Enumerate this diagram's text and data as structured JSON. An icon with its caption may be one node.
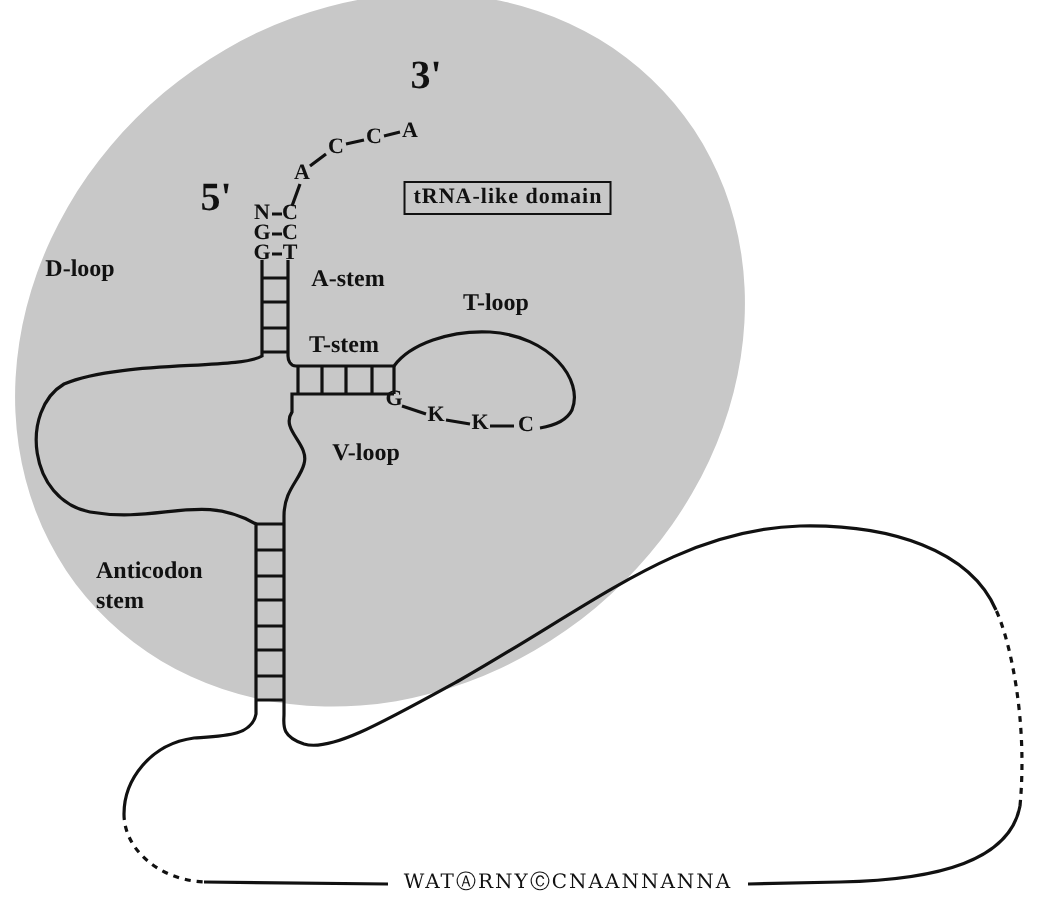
{
  "diagram": {
    "nodes": [
      {
        "text": [
          "tRNA-like domain"
        ]
      }
    ],
    "labels": [
      "3'",
      "C",
      "A",
      "C",
      "A",
      "5'",
      "N",
      "C",
      "G",
      "C",
      "G",
      "T",
      "D-loop",
      "A-stem",
      "T-loop",
      "T-stem",
      "G",
      "K",
      "K",
      "C",
      "V-loop",
      "Anticodon stem",
      "WATⒶRNYⒸCNAANNANNA"
    ]
  }
}
